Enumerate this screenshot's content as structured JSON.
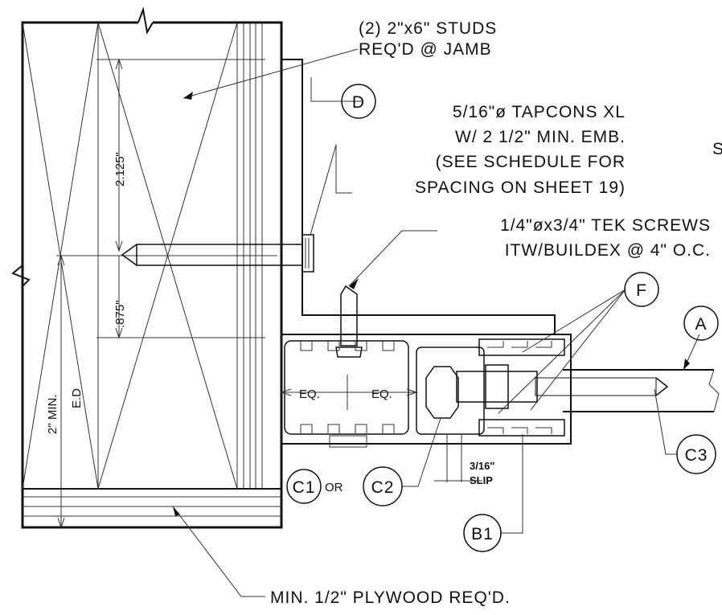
{
  "labels": {
    "studs_line1": "(2) 2\"x6\" STUDS",
    "studs_line2": "REQ'D @ JAMB",
    "tapcons_line1": "5/16\"ø TAPCONS XL",
    "tapcons_line2": "W/ 2 1/2\" MIN. EMB.",
    "tapcons_line3": "(SEE SCHEDULE FOR",
    "tapcons_line4": "SPACING ON SHEET 19)",
    "tek_line1": "1/4\"øx3/4\" TEK SCREWS",
    "tek_line2": "ITW/BUILDEX @ 4\" O.C.",
    "plywood": "MIN. 1/2\" PLYWOOD REQ'D.",
    "dim_2125": "2.125\"",
    "dim_875": ".875\"",
    "dim_2min": "2\" MIN.",
    "dim_ed": "E.D",
    "eq_left": "EQ.",
    "eq_right": "EQ.",
    "slip_value": "3/16\"",
    "slip_label": "SLIP",
    "or_text": "OR",
    "edge_fragment": "S"
  },
  "callouts": {
    "a": "A",
    "b1": "B1",
    "c1": "C1",
    "c2": "C2",
    "c3": "C3",
    "d": "D",
    "f": "F"
  }
}
